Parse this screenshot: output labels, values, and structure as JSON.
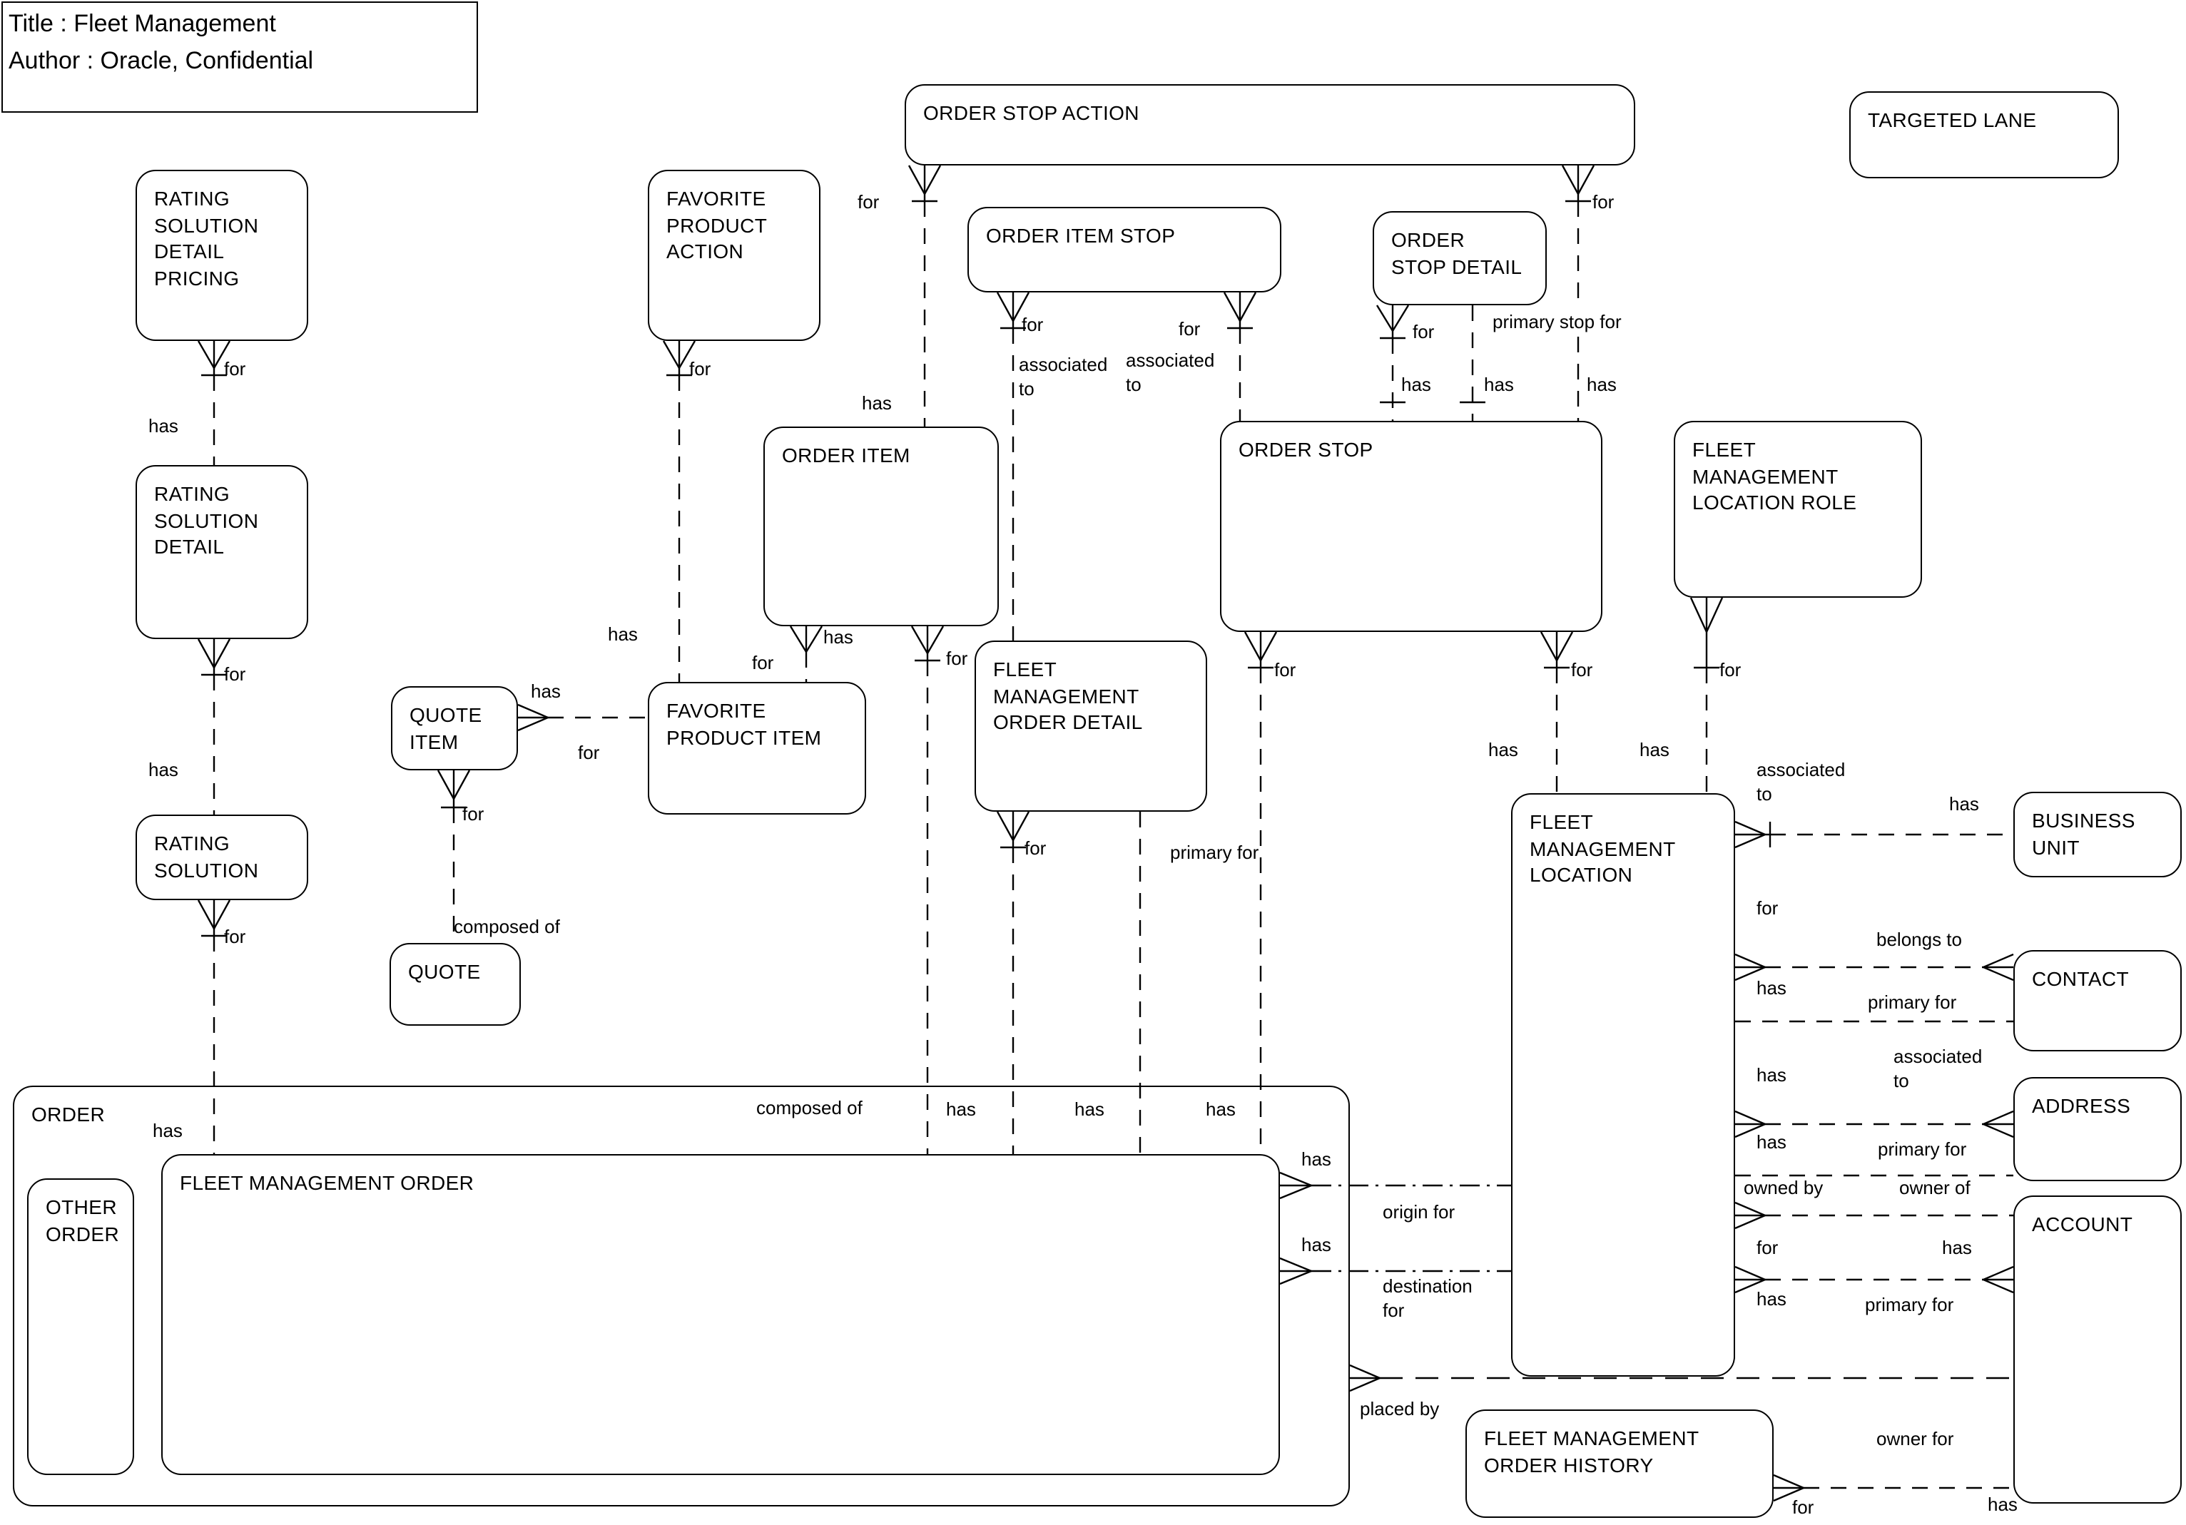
{
  "title_block": {
    "title_line": "Title : Fleet Management",
    "author_line": "Author : Oracle, Confidential"
  },
  "entities": [
    {
      "id": "order_stop_action",
      "label": "ORDER STOP ACTION"
    },
    {
      "id": "targeted_lane",
      "label": "TARGETED LANE"
    },
    {
      "id": "rating_solution_detail_pricing",
      "label": "RATING\nSOLUTION\nDETAIL\nPRICING"
    },
    {
      "id": "favorite_product_action",
      "label": "FAVORITE\nPRODUCT\nACTION"
    },
    {
      "id": "order_item_stop",
      "label": "ORDER ITEM STOP"
    },
    {
      "id": "order_stop_detail",
      "label": "ORDER\nSTOP DETAIL"
    },
    {
      "id": "order_item",
      "label": "ORDER ITEM"
    },
    {
      "id": "order_stop",
      "label": "ORDER STOP"
    },
    {
      "id": "fleet_management_location_role",
      "label": "FLEET\nMANAGEMENT\nLOCATION ROLE"
    },
    {
      "id": "rating_solution_detail",
      "label": "RATING\nSOLUTION\nDETAIL"
    },
    {
      "id": "quote_item",
      "label": "QUOTE\nITEM"
    },
    {
      "id": "favorite_product_item",
      "label": "FAVORITE\nPRODUCT ITEM"
    },
    {
      "id": "fleet_management_order_detail",
      "label": "FLEET\nMANAGEMENT\nORDER DETAIL"
    },
    {
      "id": "rating_solution",
      "label": "RATING\nSOLUTION"
    },
    {
      "id": "quote",
      "label": "QUOTE"
    },
    {
      "id": "fleet_management_location",
      "label": "FLEET\nMANAGEMENT\nLOCATION"
    },
    {
      "id": "business_unit",
      "label": "BUSINESS\nUNIT"
    },
    {
      "id": "contact",
      "label": "CONTACT"
    },
    {
      "id": "address",
      "label": "ADDRESS"
    },
    {
      "id": "account",
      "label": "ACCOUNT"
    },
    {
      "id": "order",
      "label": "ORDER"
    },
    {
      "id": "other_order",
      "label": "OTHER\nORDER"
    },
    {
      "id": "fleet_management_order",
      "label": "FLEET MANAGEMENT ORDER"
    },
    {
      "id": "fleet_management_order_history",
      "label": "FLEET MANAGEMENT\nORDER HISTORY"
    }
  ],
  "edge_labels": [
    {
      "name": "rsdp_for",
      "text": "for"
    },
    {
      "name": "rsd_has",
      "text": "has"
    },
    {
      "name": "rsd_for",
      "text": "for"
    },
    {
      "name": "rs_has",
      "text": "has"
    },
    {
      "name": "rs_for",
      "text": "for"
    },
    {
      "name": "fmo_rating_has",
      "text": "has"
    },
    {
      "name": "fpa_for",
      "text": "for"
    },
    {
      "name": "fpi_fpa_has",
      "text": "has"
    },
    {
      "name": "qi_fpi_has",
      "text": "has"
    },
    {
      "name": "qi_fpi_for",
      "text": "for"
    },
    {
      "name": "qi_for",
      "text": "for"
    },
    {
      "name": "quote_composed_of",
      "text": "composed of"
    },
    {
      "name": "osa_left_for",
      "text": "for"
    },
    {
      "name": "osa_oi_has",
      "text": "has"
    },
    {
      "name": "ois_left_for",
      "text": "for"
    },
    {
      "name": "ois_left_assoc",
      "text": "associated\nto"
    },
    {
      "name": "ois_right_for",
      "text": "for"
    },
    {
      "name": "ois_right_assoc",
      "text": "associated\nto"
    },
    {
      "name": "osd_for",
      "text": "for"
    },
    {
      "name": "primary_stop_for",
      "text": "primary stop for"
    },
    {
      "name": "os_has_1",
      "text": "has"
    },
    {
      "name": "os_has_2",
      "text": "has"
    },
    {
      "name": "os_has_3",
      "text": "has"
    },
    {
      "name": "osa_right_for",
      "text": "for"
    },
    {
      "name": "oi_fpi_has",
      "text": "has"
    },
    {
      "name": "oi_fpi_for",
      "text": "for"
    },
    {
      "name": "oi_fmo_for",
      "text": "for"
    },
    {
      "name": "fmod_for",
      "text": "for"
    },
    {
      "name": "fmod_primary_for",
      "text": "primary for"
    },
    {
      "name": "os_fmo_for",
      "text": "for"
    },
    {
      "name": "os_fmloc_for",
      "text": "for"
    },
    {
      "name": "fmlr_for",
      "text": "for"
    },
    {
      "name": "fmloc_has_1",
      "text": "has"
    },
    {
      "name": "fmloc_has_2",
      "text": "has"
    },
    {
      "name": "fmo_composed_of",
      "text": "composed of"
    },
    {
      "name": "fmo_has_1",
      "text": "has"
    },
    {
      "name": "fmo_has_2",
      "text": "has"
    },
    {
      "name": "fmo_has_3",
      "text": "has"
    },
    {
      "name": "origin_has",
      "text": "has"
    },
    {
      "name": "origin_for",
      "text": "origin for"
    },
    {
      "name": "dest_has",
      "text": "has"
    },
    {
      "name": "destination_for",
      "text": "destination\nfor"
    },
    {
      "name": "placed_by",
      "text": "placed by"
    },
    {
      "name": "owner_for",
      "text": "owner for"
    },
    {
      "name": "bu_assoc",
      "text": "associated\nto"
    },
    {
      "name": "bu_has",
      "text": "has"
    },
    {
      "name": "contact_for",
      "text": "for"
    },
    {
      "name": "belongs_to",
      "text": "belongs to"
    },
    {
      "name": "contact_has",
      "text": "has"
    },
    {
      "name": "contact_primary_for",
      "text": "primary for"
    },
    {
      "name": "addr_has",
      "text": "has"
    },
    {
      "name": "addr_assoc",
      "text": "associated\nto"
    },
    {
      "name": "addr_has2",
      "text": "has"
    },
    {
      "name": "addr_primary_for",
      "text": "primary for"
    },
    {
      "name": "owned_by",
      "text": "owned by"
    },
    {
      "name": "owner_of",
      "text": "owner of"
    },
    {
      "name": "acct_for",
      "text": "for"
    },
    {
      "name": "acct_has",
      "text": "has"
    },
    {
      "name": "acct_has2",
      "text": "has"
    },
    {
      "name": "acct_primary_for",
      "text": "primary for"
    },
    {
      "name": "fmoh_for",
      "text": "for"
    },
    {
      "name": "fmoh_has",
      "text": "has"
    }
  ],
  "relationships": [
    {
      "from": "RATING SOLUTION DETAIL PRICING",
      "to": "RATING SOLUTION DETAIL",
      "from_label": "for",
      "to_label": "has"
    },
    {
      "from": "RATING SOLUTION DETAIL",
      "to": "RATING SOLUTION",
      "from_label": "for",
      "to_label": "has"
    },
    {
      "from": "RATING SOLUTION",
      "to": "FLEET MANAGEMENT ORDER",
      "from_label": "for",
      "to_label": "has"
    },
    {
      "from": "FAVORITE PRODUCT ACTION",
      "to": "FAVORITE PRODUCT ITEM",
      "from_label": "for",
      "to_label": "has"
    },
    {
      "from": "QUOTE ITEM",
      "to": "FAVORITE PRODUCT ITEM",
      "from_label": "has",
      "to_label": "for"
    },
    {
      "from": "QUOTE ITEM",
      "to": "QUOTE",
      "from_label": "for",
      "to_label": "composed of"
    },
    {
      "from": "ORDER STOP ACTION",
      "to": "ORDER ITEM",
      "from_label": "for",
      "to_label": "has"
    },
    {
      "from": "ORDER STOP ACTION",
      "to": "ORDER STOP",
      "from_label": "for",
      "to_label": "has"
    },
    {
      "from": "ORDER ITEM STOP",
      "to": "FLEET MANAGEMENT ORDER DETAIL",
      "from_label": "for",
      "to_label": "associated to"
    },
    {
      "from": "ORDER ITEM STOP",
      "to": "ORDER STOP",
      "from_label": "for",
      "to_label": "associated to"
    },
    {
      "from": "ORDER STOP DETAIL",
      "to": "ORDER STOP",
      "from_label": "for",
      "to_label": "has"
    },
    {
      "from": "ORDER STOP DETAIL",
      "to": "ORDER STOP",
      "from_label": "primary stop for",
      "to_label": "has"
    },
    {
      "from": "ORDER ITEM",
      "to": "FAVORITE PRODUCT ITEM",
      "from_label": "has",
      "to_label": "for"
    },
    {
      "from": "ORDER ITEM",
      "to": "FLEET MANAGEMENT ORDER",
      "from_label": "for",
      "to_label": "composed of"
    },
    {
      "from": "FLEET MANAGEMENT ORDER DETAIL",
      "to": "FLEET MANAGEMENT ORDER",
      "from_label": "for",
      "to_label": "has"
    },
    {
      "from": "FLEET MANAGEMENT ORDER DETAIL",
      "to": "FLEET MANAGEMENT ORDER",
      "from_label": "primary for",
      "to_label": "has"
    },
    {
      "from": "ORDER STOP",
      "to": "FLEET MANAGEMENT ORDER",
      "from_label": "for",
      "to_label": "has"
    },
    {
      "from": "ORDER STOP",
      "to": "FLEET MANAGEMENT LOCATION",
      "from_label": "for",
      "to_label": "has"
    },
    {
      "from": "FLEET MANAGEMENT LOCATION ROLE",
      "to": "FLEET MANAGEMENT LOCATION",
      "from_label": "for",
      "to_label": "has"
    },
    {
      "from": "FLEET MANAGEMENT LOCATION",
      "to": "BUSINESS UNIT",
      "from_label": "associated to",
      "to_label": "has"
    },
    {
      "from": "FLEET MANAGEMENT LOCATION",
      "to": "CONTACT",
      "from_label": "for",
      "to_label": "belongs to"
    },
    {
      "from": "FLEET MANAGEMENT LOCATION",
      "to": "CONTACT",
      "from_label": "has",
      "to_label": "primary for"
    },
    {
      "from": "FLEET MANAGEMENT LOCATION",
      "to": "ADDRESS",
      "from_label": "has",
      "to_label": "associated to"
    },
    {
      "from": "FLEET MANAGEMENT LOCATION",
      "to": "ADDRESS",
      "from_label": "has",
      "to_label": "primary for"
    },
    {
      "from": "FLEET MANAGEMENT LOCATION",
      "to": "ACCOUNT",
      "from_label": "owned by",
      "to_label": "owner of"
    },
    {
      "from": "FLEET MANAGEMENT LOCATION",
      "to": "ACCOUNT",
      "from_label": "for",
      "to_label": "has"
    },
    {
      "from": "FLEET MANAGEMENT LOCATION",
      "to": "ACCOUNT",
      "from_label": "has",
      "to_label": "primary for"
    },
    {
      "from": "FLEET MANAGEMENT ORDER",
      "to": "FLEET MANAGEMENT LOCATION",
      "from_label": "has",
      "to_label": "origin for"
    },
    {
      "from": "FLEET MANAGEMENT ORDER",
      "to": "FLEET MANAGEMENT LOCATION",
      "from_label": "has",
      "to_label": "destination for"
    },
    {
      "from": "ORDER",
      "to": "ACCOUNT",
      "from_label": "placed by",
      "to_label": "owner for"
    },
    {
      "from": "FLEET MANAGEMENT ORDER HISTORY",
      "to": "ACCOUNT",
      "from_label": "for",
      "to_label": "has"
    }
  ]
}
